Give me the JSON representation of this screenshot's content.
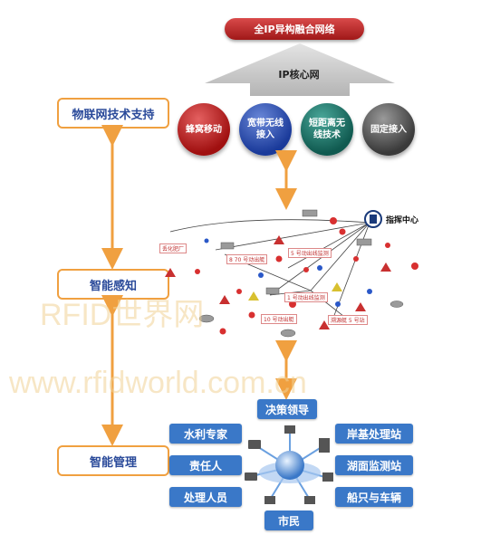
{
  "title": "全IP异构融合网络",
  "core_label": "IP核心网",
  "left_boxes": [
    {
      "label": "物联网技术支持"
    },
    {
      "label": "智能感知"
    },
    {
      "label": "智能管理"
    }
  ],
  "access_circles": [
    {
      "label": "蜂窝移动",
      "color": "#a01010"
    },
    {
      "label": "宽带无线接入",
      "color": "#1a3a9a"
    },
    {
      "label": "短距离无线技术",
      "color": "#105a50"
    },
    {
      "label": "固定接入",
      "color": "#3a3a3a"
    }
  ],
  "command_center": "指挥中心",
  "sensing_labels": [
    "丢化肥厂",
    "8 70 号动出艇",
    "5 号动出线监测",
    "1 号动出线监测",
    "10 号动出艇",
    "溯源艇 5 号站"
  ],
  "decision_label": "决策领导",
  "left_roles": [
    {
      "label": "水利专家"
    },
    {
      "label": "责任人"
    },
    {
      "label": "处理人员"
    }
  ],
  "right_roles": [
    {
      "label": "岸基处理站"
    },
    {
      "label": "湖面监测站"
    },
    {
      "label": "船只与车辆"
    }
  ],
  "citizen_label": "市民",
  "watermark_1": "RFID世界网",
  "watermark_2": "www.rfidworld.com.cn",
  "colors": {
    "accent_orange": "#f0a040",
    "text_blue": "#2a4a9a",
    "box_blue": "#3a78c8",
    "banner_red": "#b02020"
  }
}
